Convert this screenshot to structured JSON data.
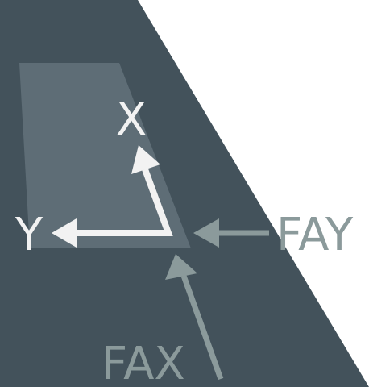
{
  "axes": {
    "x_label": "X",
    "y_label": "Y"
  },
  "forces": {
    "fax_label": "FAX",
    "fay_label": "FAY"
  },
  "colors": {
    "background": "#ffffff",
    "wedge": "#43525b",
    "block": "#5e6d76",
    "axis_arrows": "#f2f2f2",
    "force_arrows": "#8b9a9b"
  }
}
